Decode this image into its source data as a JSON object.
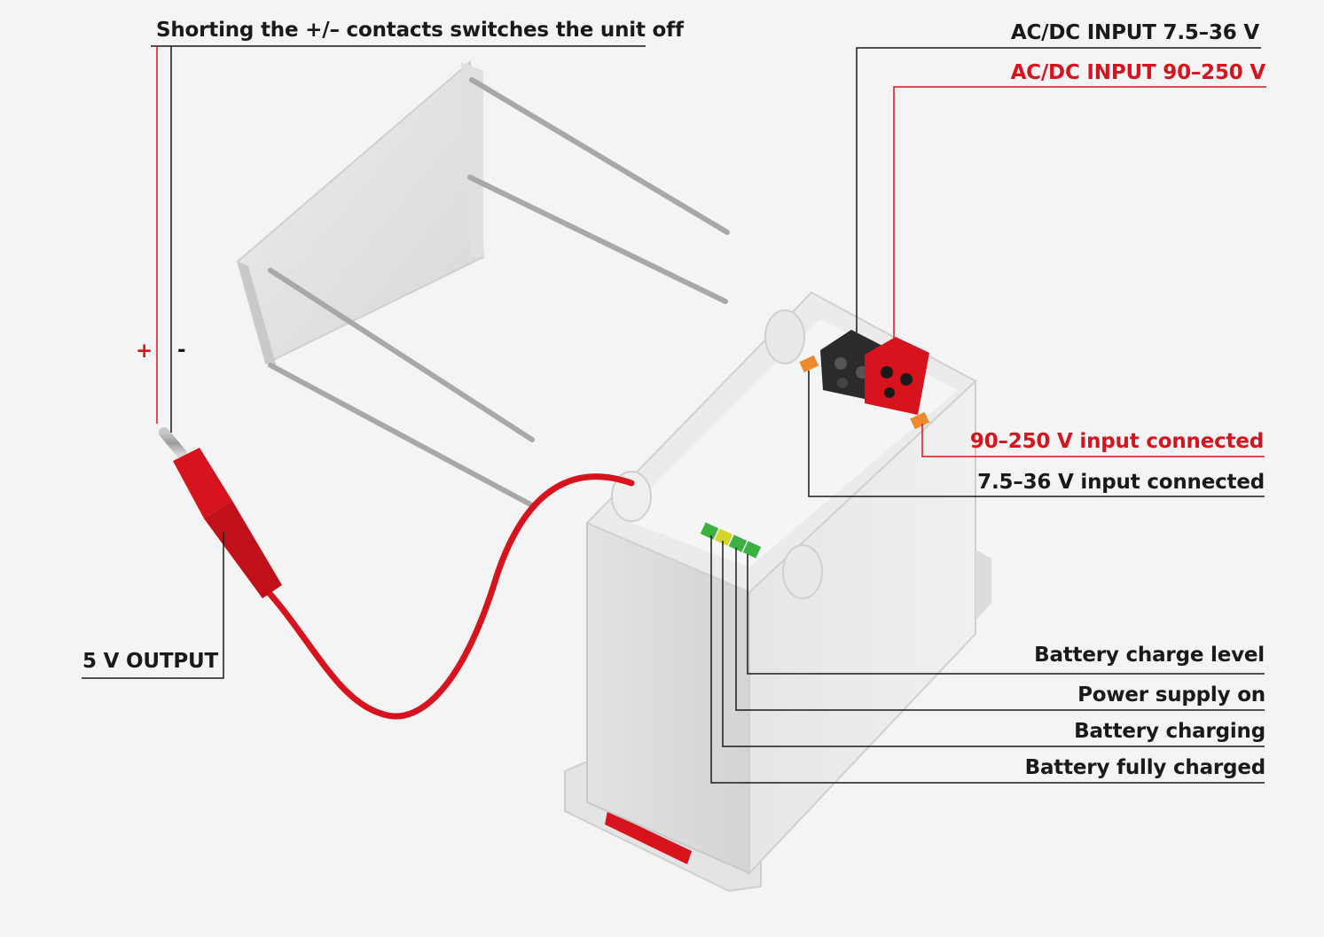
{
  "labels": {
    "shorting": "Shorting the +/– contacts switches the unit off",
    "plus": "+",
    "minus": "-",
    "output": "5 V OUTPUT",
    "input_low": "AC/DC INPUT 7.5–36 V",
    "input_high": "AC/DC INPUT 90–250 V",
    "conn_high": "90–250 V input connected",
    "conn_low": "7.5–36 V input connected",
    "charge_level": "Battery charge level",
    "power_on": "Power supply on",
    "charging": "Battery charging",
    "fully_charged": "Battery fully charged"
  },
  "colors": {
    "accent_red": "#d7141e",
    "text_dark": "#1a1a1a",
    "led_green": "#3cb043",
    "led_yellow": "#d4d42a",
    "led_orange": "#ee8a2e"
  }
}
